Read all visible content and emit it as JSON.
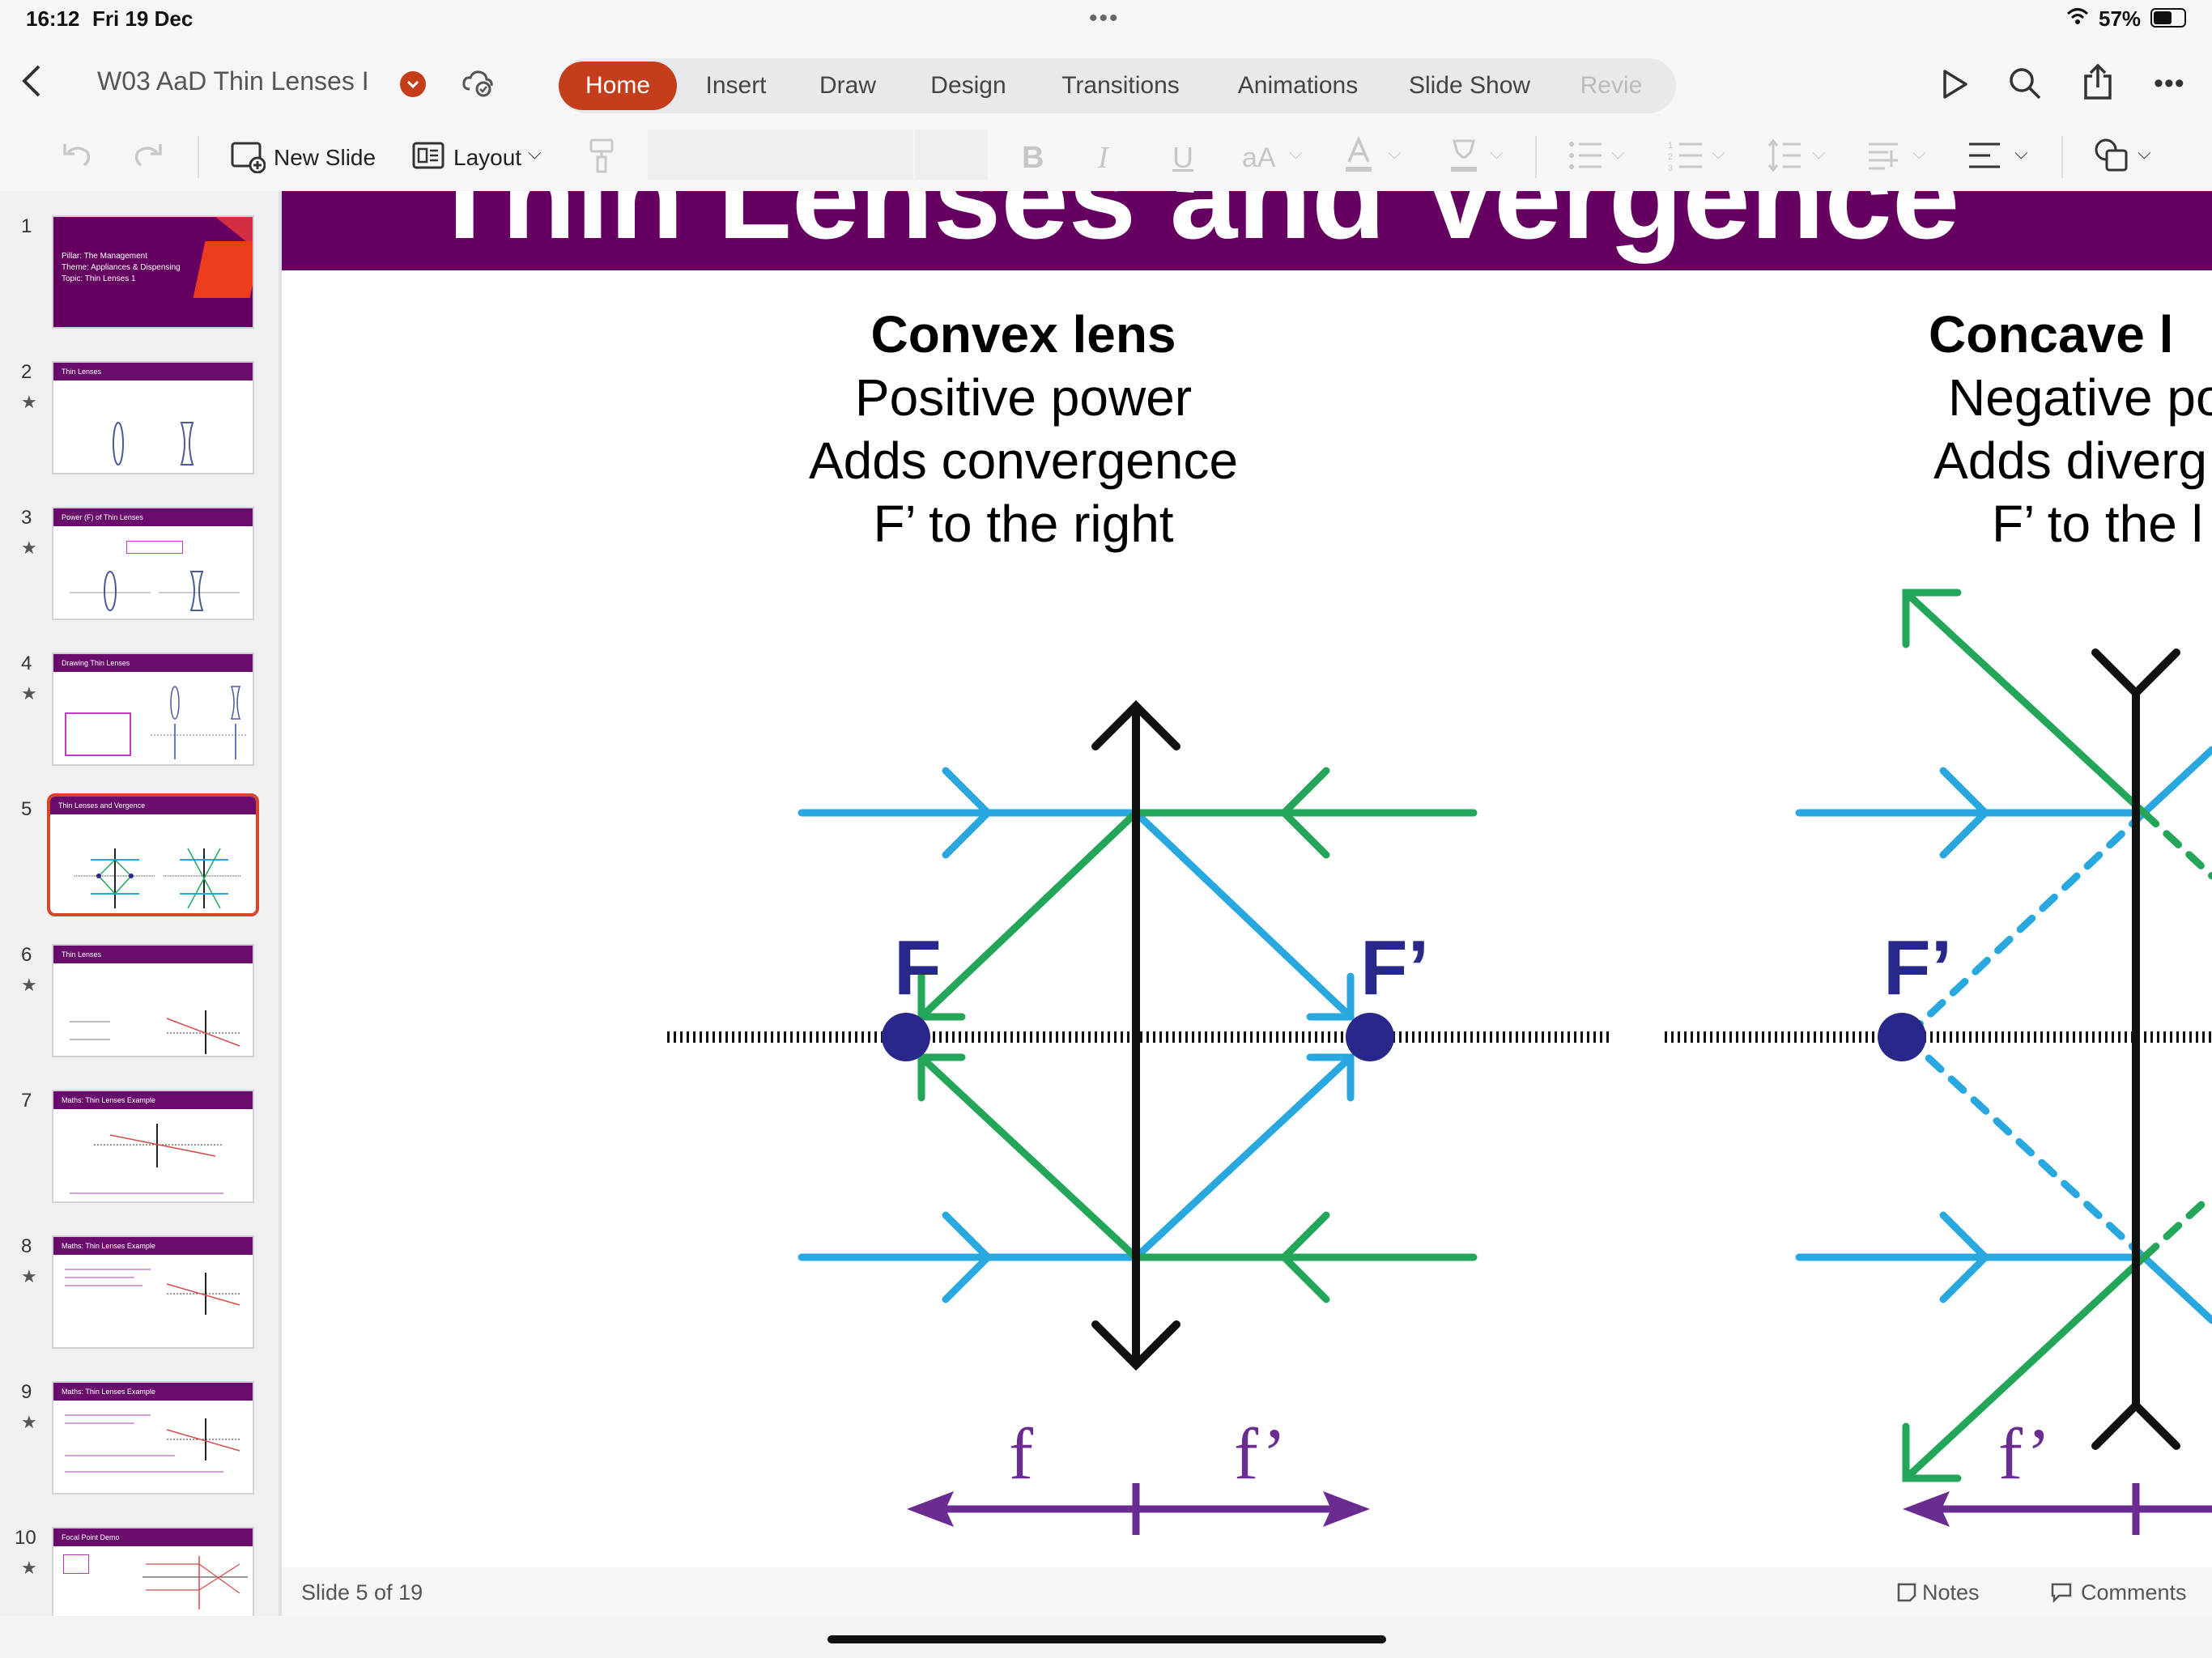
{
  "status": {
    "time": "16:12",
    "date": "Fri 19 Dec",
    "battery": "57%"
  },
  "doc": {
    "title": "W03 AaD Thin Lenses I"
  },
  "tabs": [
    "Home",
    "Insert",
    "Draw",
    "Design",
    "Transitions",
    "Animations",
    "Slide Show",
    "Revie"
  ],
  "ribbon": {
    "new_slide": "New Slide",
    "layout": "Layout",
    "bold": "B",
    "italic": "I",
    "underline": "U",
    "font_size": "aA"
  },
  "thumbnails": [
    {
      "num": "1",
      "title": "",
      "subtitle": "Pillar: The Management\nTheme: Appliances & Dispensing\nTopic: Thin Lenses 1"
    },
    {
      "num": "2",
      "title": "Thin Lenses"
    },
    {
      "num": "3",
      "title": "Power (F) of Thin Lenses"
    },
    {
      "num": "4",
      "title": "Drawing Thin Lenses"
    },
    {
      "num": "5",
      "title": "Thin Lenses and Vergence"
    },
    {
      "num": "6",
      "title": "Thin Lenses"
    },
    {
      "num": "7",
      "title": "Maths: Thin Lenses Example"
    },
    {
      "num": "8",
      "title": "Maths: Thin Lenses Example"
    },
    {
      "num": "9",
      "title": "Maths: Thin Lenses Example"
    },
    {
      "num": "10",
      "title": "Focal Point Demo"
    }
  ],
  "slide": {
    "heading": "Thin Lenses and Vergence",
    "convex": {
      "title": "Convex lens",
      "line1": "Positive power",
      "line2": "Adds convergence",
      "line3": "F’ to the right"
    },
    "concave": {
      "title": "Concave l",
      "line1": "Negative po",
      "line2": "Adds diverg",
      "line3": "F’ to the l"
    },
    "labels": {
      "F": "F",
      "Fp": "F’",
      "f": "f",
      "fp": "f’"
    }
  },
  "footer": {
    "slide_info": "Slide 5 of 19",
    "notes": "Notes",
    "comments": "Comments"
  },
  "colors": {
    "purple": "#650060",
    "accent": "#c43e1c",
    "blue": "#29a8e0",
    "green": "#23a65a",
    "dot": "#28288a",
    "arrow": "#6a2c91"
  }
}
